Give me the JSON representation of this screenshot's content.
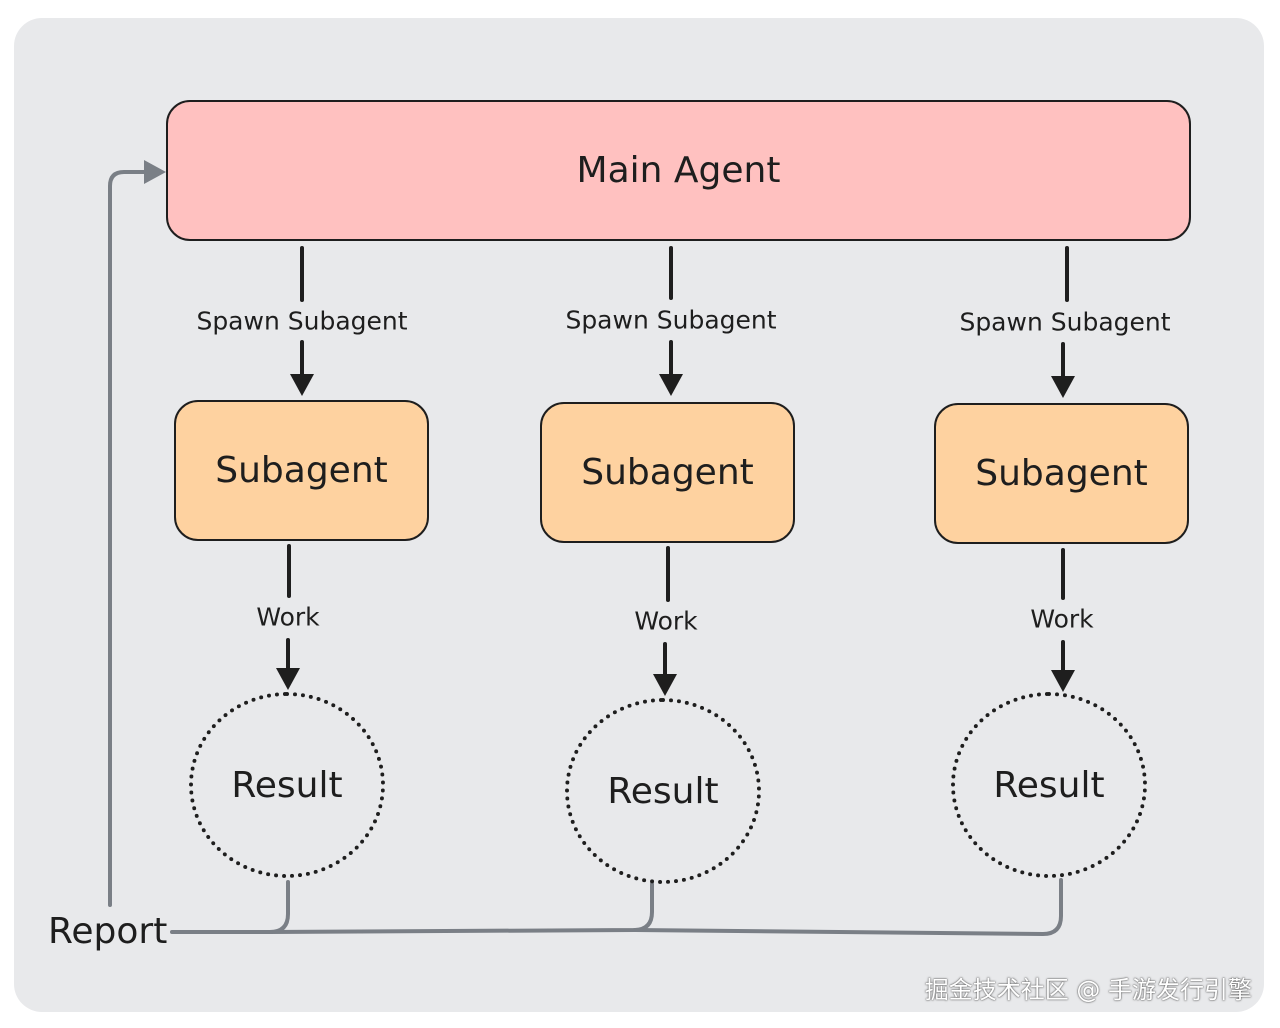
{
  "main_agent": {
    "label": "Main Agent"
  },
  "columns": [
    {
      "spawn_label": "Spawn Subagent",
      "subagent_label": "Subagent",
      "work_label": "Work",
      "result_label": "Result"
    },
    {
      "spawn_label": "Spawn Subagent",
      "subagent_label": "Subagent",
      "work_label": "Work",
      "result_label": "Result"
    },
    {
      "spawn_label": "Spawn Subagent",
      "subagent_label": "Subagent",
      "work_label": "Work",
      "result_label": "Result"
    }
  ],
  "report_label": "Report",
  "watermark": "掘金技术社区 @ 手游发行引擎",
  "colors": {
    "main_agent_fill": "#ffc1c0",
    "subagent_fill": "#fed2a0",
    "report_line": "#7a7f86",
    "background": "#e8e9eb"
  }
}
